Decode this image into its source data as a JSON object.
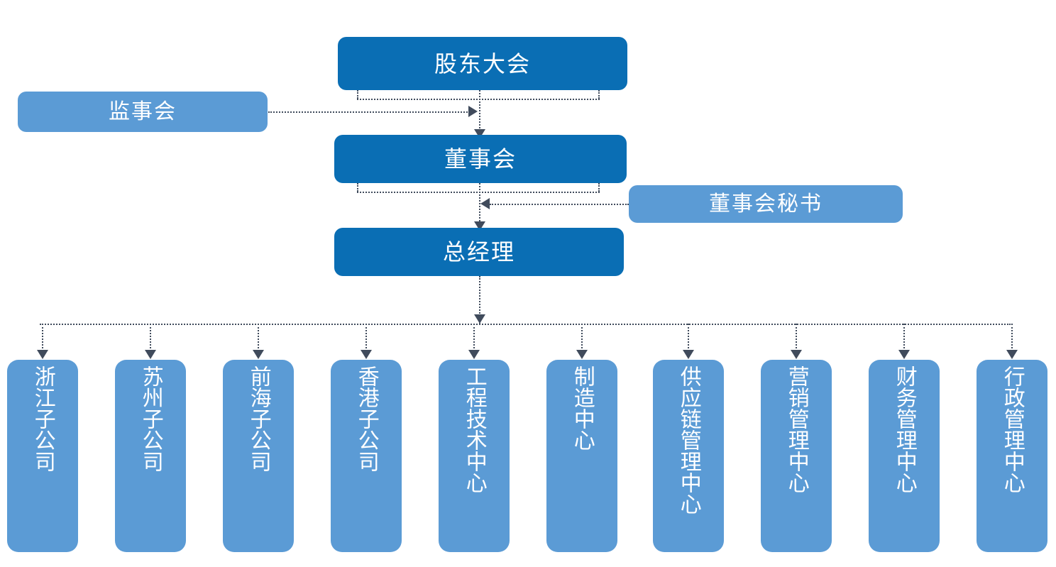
{
  "diagram": {
    "type": "org-chart",
    "title": "",
    "colors": {
      "primary": "#0A6EB4",
      "secondary": "#5B9BD5",
      "connector": "#404b5c",
      "text": "#FFFFFF",
      "background": "#FFFFFF"
    },
    "primary_nodes": [
      {
        "id": "shareholders",
        "label": "股东大会",
        "level": 1,
        "style": "dark"
      },
      {
        "id": "board",
        "label": "董事会",
        "level": 2,
        "style": "dark"
      },
      {
        "id": "gm",
        "label": "总经理",
        "level": 3,
        "style": "dark"
      }
    ],
    "side_nodes": [
      {
        "id": "supervisors",
        "label": "监事会",
        "side": "left",
        "style": "light",
        "connects_to": "board"
      },
      {
        "id": "board-secretary",
        "label": "董事会秘书",
        "side": "right",
        "style": "light",
        "connects_to": "board"
      }
    ],
    "departments": [
      {
        "id": "dept-zhejiang",
        "label": "浙江子公司",
        "style": "light"
      },
      {
        "id": "dept-suzhou",
        "label": "苏州子公司",
        "style": "light"
      },
      {
        "id": "dept-qianhai",
        "label": "前海子公司",
        "style": "light"
      },
      {
        "id": "dept-hongkong",
        "label": "香港子公司",
        "style": "light"
      },
      {
        "id": "dept-engineering",
        "label": "工程技术中心",
        "style": "light"
      },
      {
        "id": "dept-manufacturing",
        "label": "制造中心",
        "style": "light"
      },
      {
        "id": "dept-supplychain",
        "label": "供应链管理中心",
        "style": "light"
      },
      {
        "id": "dept-marketing",
        "label": "营销管理中心",
        "style": "light"
      },
      {
        "id": "dept-finance",
        "label": "财务管理中心",
        "style": "light"
      },
      {
        "id": "dept-admin",
        "label": "行政管理中心",
        "style": "light"
      }
    ]
  }
}
